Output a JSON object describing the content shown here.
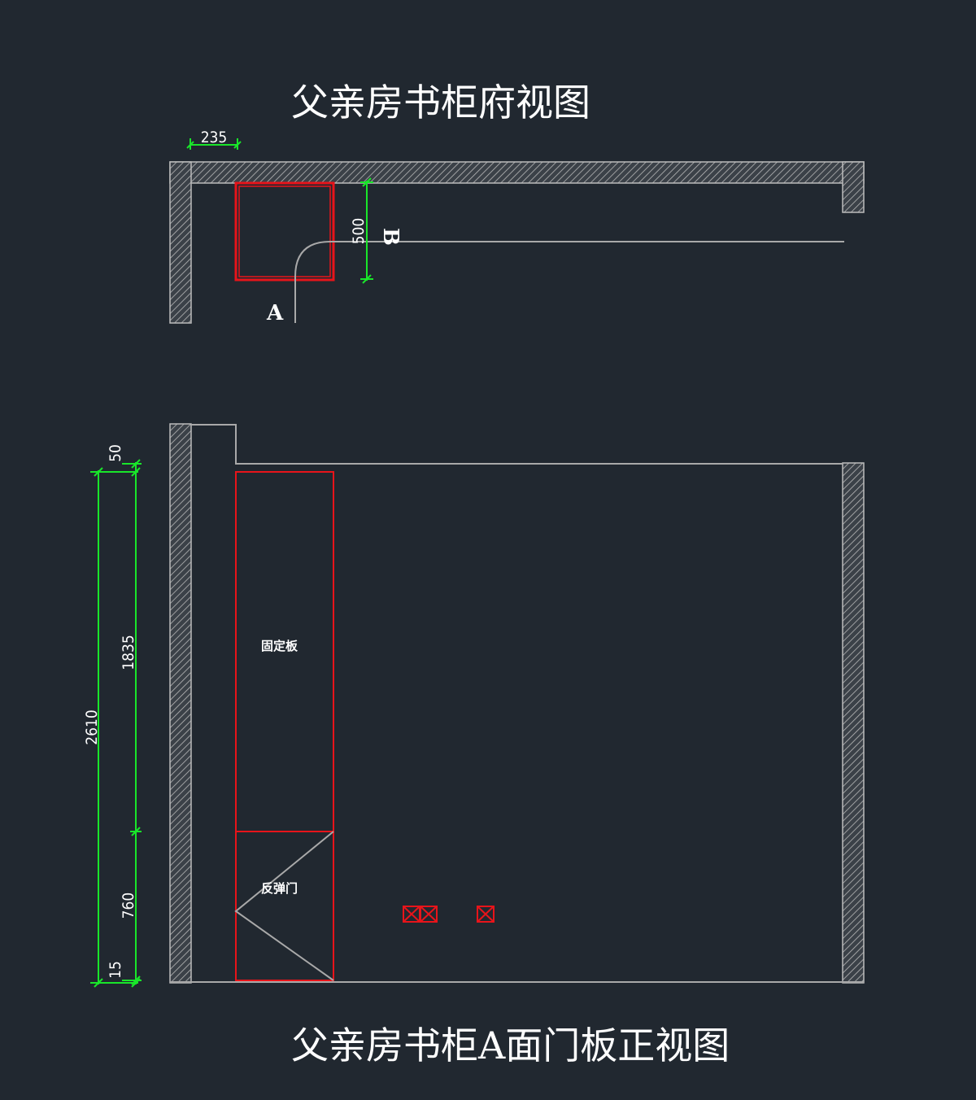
{
  "titles": {
    "top_view": "父亲房书柜府视图",
    "front_view": "父亲房书柜A面门板正视图"
  },
  "top_view": {
    "width_dim": "235",
    "depth_dim": "500",
    "label_a": "A",
    "label_b": "B"
  },
  "front_view": {
    "dims": {
      "total": "2610",
      "top_gap": "50",
      "upper": "1835",
      "lower": "760",
      "bottom_gap": "15"
    },
    "upper_panel_label": "固定板",
    "lower_panel_label": "反弹门"
  },
  "colors": {
    "background": "#212830",
    "dimension": "#19e62a",
    "cabinet": "#e8141a",
    "wall": "#bcbcbc",
    "text": "#ffffff"
  }
}
